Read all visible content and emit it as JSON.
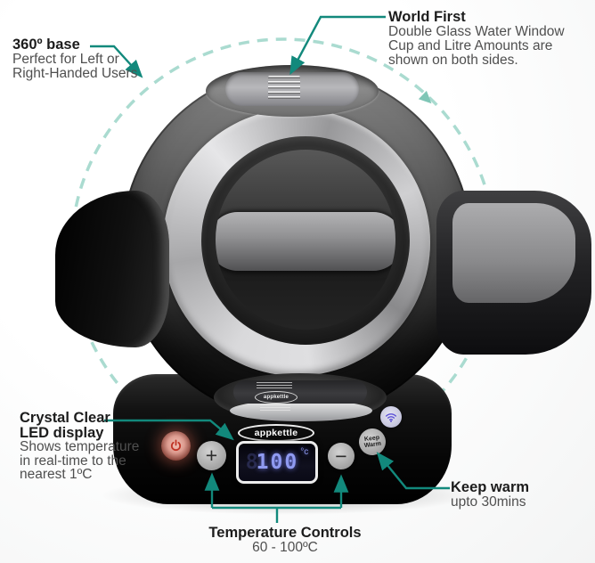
{
  "colors": {
    "callout_line": "#12897c",
    "dashed_circle": "#aadbd0",
    "rotation_arrow": "#7fc6b6",
    "title_text": "#1c1c1c",
    "body_text": "#4f4f4f",
    "display_digits": "#8f9af0",
    "power_red": "#c03527",
    "wifi_purple": "#5b4fd6"
  },
  "callouts": {
    "base360": {
      "title": "360º base",
      "line1": "Perfect for Left or",
      "line2": "Right-Handed Users"
    },
    "world_first": {
      "title": "World First",
      "line1": "Double Glass Water Window",
      "line2": "Cup and Litre Amounts are",
      "line3": "shown on both sides."
    },
    "led_display": {
      "title1": "Crystal Clear",
      "title2": "LED display",
      "line1": "Shows temperature",
      "line2": "in real-time to the",
      "line3": "nearest 1ºC"
    },
    "keep_warm": {
      "title": "Keep warm",
      "line1": "upto 30mins"
    },
    "temperature": {
      "title": "Temperature Controls",
      "line1": "60 - 100ºC"
    }
  },
  "kettle": {
    "brand": "appkettle",
    "window_brand": "appkettle",
    "display": {
      "ghost": "8",
      "value": "100",
      "unit": "°c"
    },
    "buttons": {
      "power_icon": "power-icon",
      "plus": "+",
      "minus": "−",
      "keep_warm_line1": "Keep",
      "keep_warm_line2": "Warm",
      "wifi_icon": "wifi-icon"
    }
  }
}
